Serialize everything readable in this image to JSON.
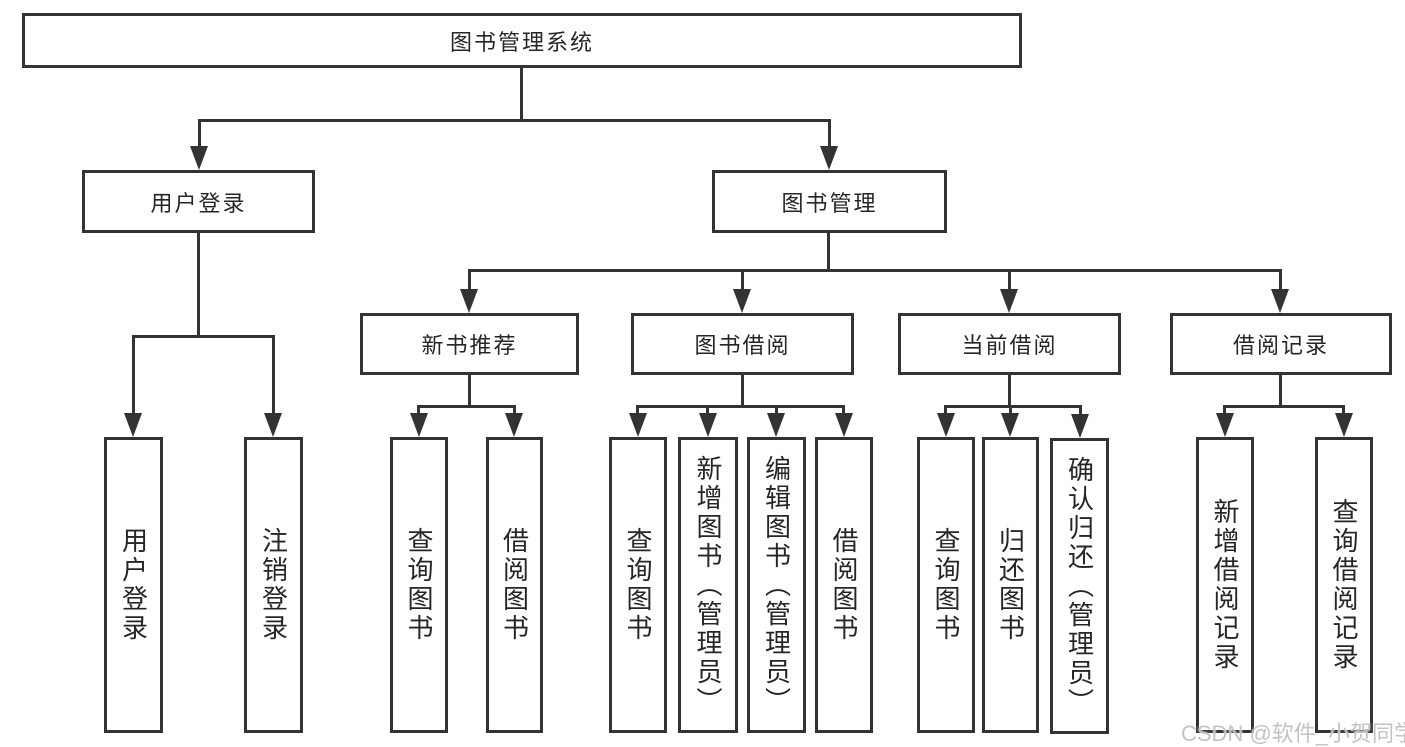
{
  "diagram": {
    "root": {
      "label": "图书管理系统"
    },
    "branches": [
      {
        "label": "用户登录",
        "children": [
          {
            "label": "用户登录"
          },
          {
            "label": "注销登录"
          }
        ]
      },
      {
        "label": "图书管理",
        "children": [
          {
            "label": "新书推荐",
            "children": [
              {
                "label": "查询图书"
              },
              {
                "label": "借阅图书"
              }
            ]
          },
          {
            "label": "图书借阅",
            "children": [
              {
                "label": "查询图书"
              },
              {
                "label": "新增图书（管理员）"
              },
              {
                "label": "编辑图书（管理员）"
              },
              {
                "label": "借阅图书"
              }
            ]
          },
          {
            "label": "当前借阅",
            "children": [
              {
                "label": "查询图书"
              },
              {
                "label": "归还图书"
              },
              {
                "label": "确认归还（管理员）"
              }
            ]
          },
          {
            "label": "借阅记录",
            "children": [
              {
                "label": "新增借阅记录"
              },
              {
                "label": "查询借阅记录"
              }
            ]
          }
        ]
      }
    ]
  },
  "watermark": {
    "text": "CSDN @软件_小贺同学"
  },
  "colors": {
    "line": "#333333",
    "text": "#262626",
    "watermark": "#c3c3c3",
    "background": "#ffffff"
  }
}
